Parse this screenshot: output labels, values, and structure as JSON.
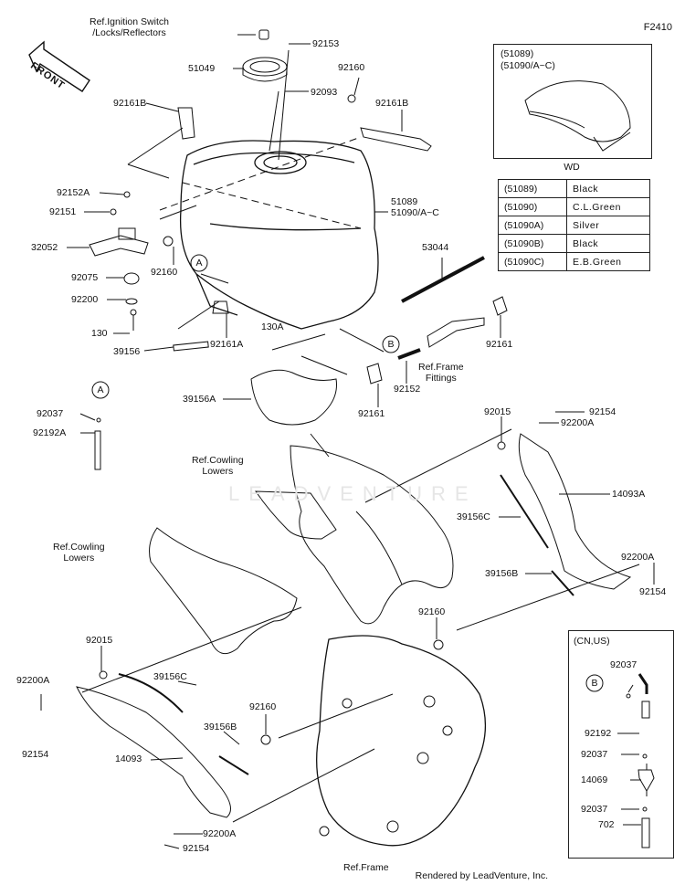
{
  "diagram": {
    "code": "F2410",
    "front_label": "FRONT",
    "watermark": "LEADVENTURE",
    "credit": "Rendered by LeadVenture, Inc.",
    "wd_title_lines": [
      "(51089)",
      "(51090/A~C)"
    ],
    "wd_caption": "WD",
    "cnus_title": "(CN,US)",
    "ref_ignition": "Ref.Ignition Switch\n/Locks/Reflectors",
    "ref_frame_fittings": "Ref.Frame\nFittings",
    "ref_cowling_1": "Ref.Cowling\nLowers",
    "ref_cowling_2": "Ref.Cowling\nLowers",
    "ref_frame": "Ref.Frame",
    "color_table": [
      {
        "code": "(51089)",
        "color": "Black"
      },
      {
        "code": "(51090)",
        "color": "C.L.Green"
      },
      {
        "code": "(51090A)",
        "color": "Silver"
      },
      {
        "code": "(51090B)",
        "color": "Black"
      },
      {
        "code": "(51090C)",
        "color": "E.B.Green"
      }
    ],
    "part_labels": {
      "p92153": "92153",
      "p51049": "51049",
      "p92160a": "92160",
      "p92093": "92093",
      "p92161b_l": "92161B",
      "p92161b_r": "92161B",
      "p51089": "51089",
      "p51090ac": "51090/A~C",
      "p92152a": "92152A",
      "p92151": "92151",
      "p32052": "32052",
      "p92160b": "92160",
      "p92075": "92075",
      "p92200": "92200",
      "p130": "130",
      "p39156": "39156",
      "p92161a": "92161A",
      "p130a": "130A",
      "p53044": "53044",
      "p92161": "92161",
      "p92152": "92152",
      "p39156a": "39156A",
      "p92161c": "92161",
      "p92037": "92037",
      "p92192a": "92192A",
      "p92015_r": "92015",
      "p92154_tr": "92154",
      "p92200a_tr": "92200A",
      "p14093a": "14093A",
      "p39156c_r": "39156C",
      "p92200a_r": "92200A",
      "p39156b_r": "39156B",
      "p92154_r": "92154",
      "p92160c": "92160",
      "p92015_l": "92015",
      "p92200a_l": "92200A",
      "p39156c_l": "39156C",
      "p92154_l": "92154",
      "p92160d": "92160",
      "p39156b_l": "39156B",
      "p14093": "14093",
      "p92200a_bl": "92200A",
      "p92154_bl": "92154",
      "cn_92037a": "92037",
      "cn_92192": "92192",
      "cn_92037b": "92037",
      "cn_14069": "14069",
      "cn_92037c": "92037",
      "cn_702": "702"
    },
    "callouts": {
      "a1": "A",
      "a2": "A",
      "b1": "B",
      "b2": "B"
    }
  }
}
